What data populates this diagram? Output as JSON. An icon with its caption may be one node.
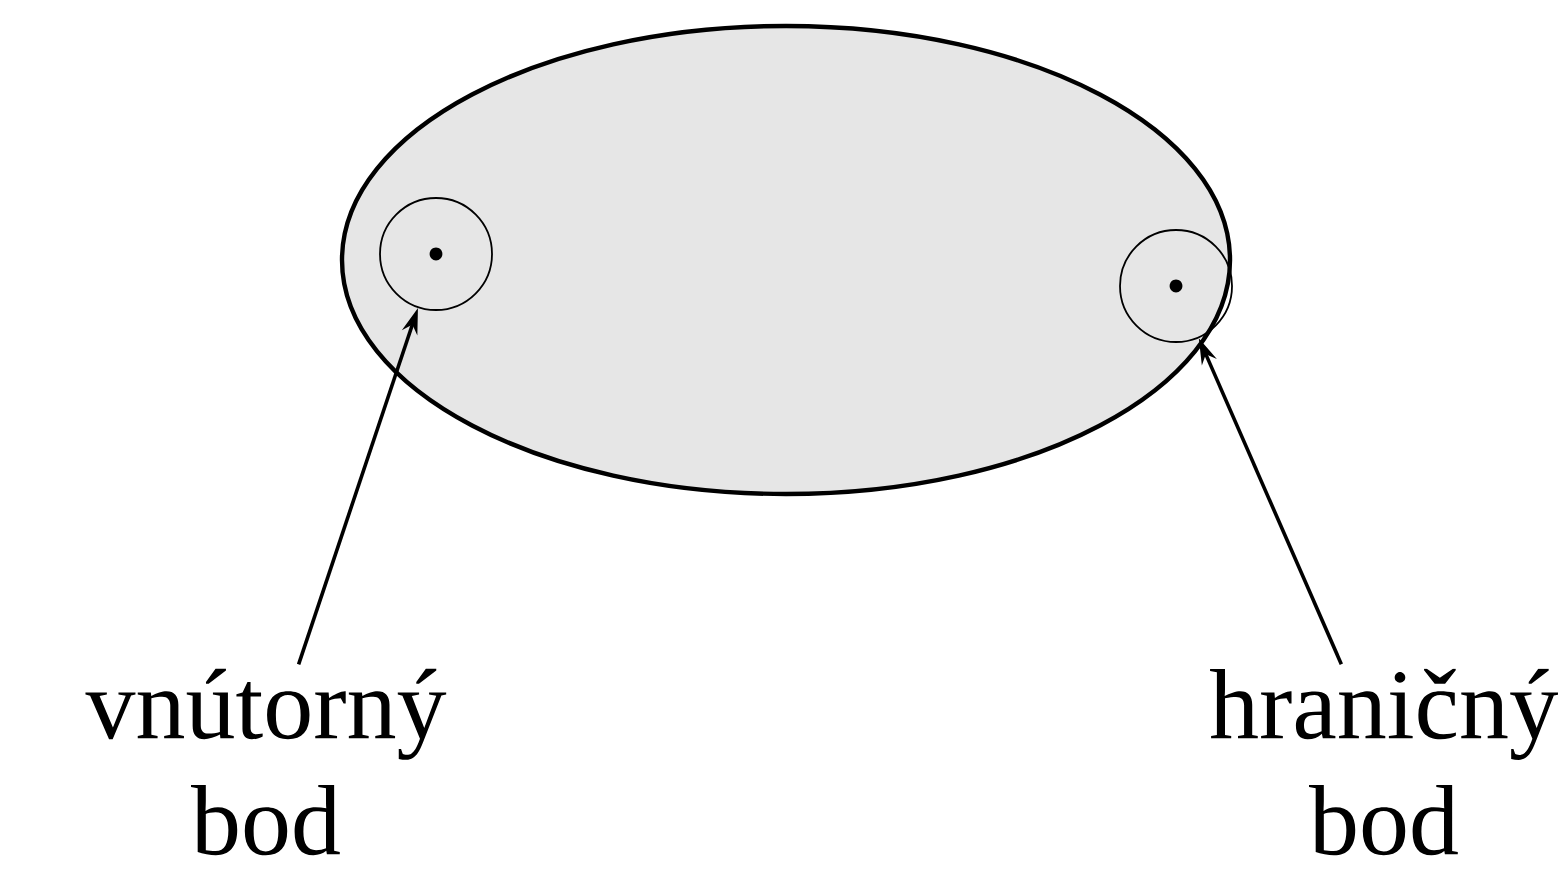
{
  "diagram": {
    "nodes": [
      {
        "text": [],
        "shape": "circle"
      },
      {
        "text": [],
        "shape": "circle"
      },
      {
        "text": [
          "vnútorný bod"
        ]
      },
      {
        "text": [
          "hraničný bod"
        ]
      }
    ],
    "edges": [
      {
        "from": 2,
        "to": 0,
        "arrow": "to"
      },
      {
        "from": 3,
        "to": 1,
        "arrow": "to"
      }
    ]
  }
}
